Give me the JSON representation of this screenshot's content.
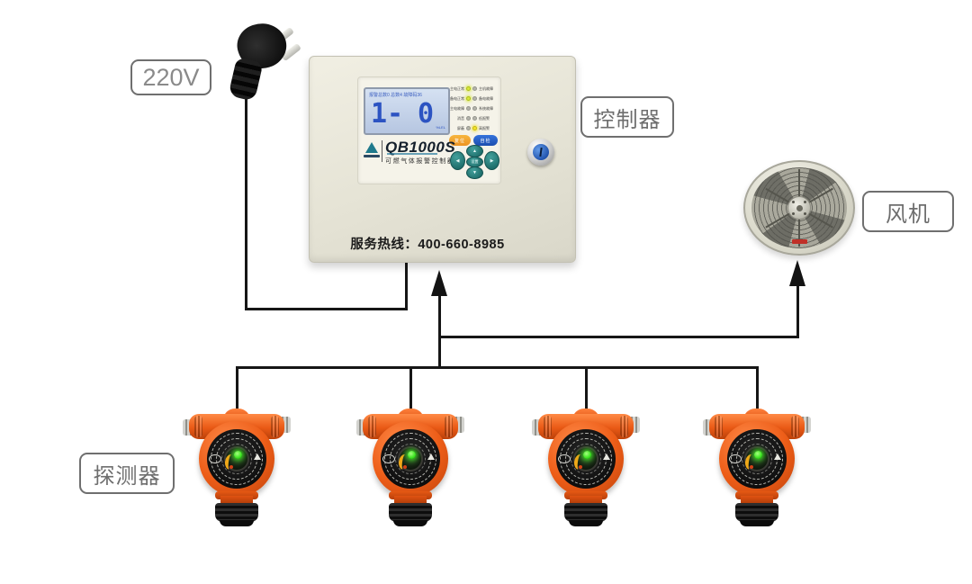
{
  "labels": {
    "power": "220V",
    "controller": "控制器",
    "fan": "风机",
    "detector": "探测器"
  },
  "controller": {
    "brand": "QB1000S",
    "brand_sub": "可燃气体报警控制器",
    "hotline": "服务热线：400-660-8985",
    "lcd": {
      "status_line": "报警总数0 总数4 故障码36",
      "channel": "1-",
      "value": "0",
      "unit": "%LEL"
    },
    "led_rows": [
      {
        "left": "主电正常",
        "right": "主机故障",
        "left_on": true,
        "right_on": false
      },
      {
        "left": "备电正常",
        "right": "备电故障",
        "left_on": true,
        "right_on": false
      },
      {
        "left": "主电故障",
        "right": "系统故障",
        "left_on": false,
        "right_on": false
      },
      {
        "left": "消音",
        "right": "低报警",
        "left_on": false,
        "right_on": false
      },
      {
        "left": "屏蔽",
        "right": "高报警",
        "left_on": false,
        "right_on": true
      }
    ],
    "buttons": {
      "reset": "复位",
      "test": "自检"
    },
    "keypad": {
      "up": "▲",
      "down": "▼",
      "left": "◀",
      "right": "▶",
      "center": "设置"
    }
  },
  "detector_unit": {
    "ex_mark": "EX"
  },
  "detectors": {
    "count": 4
  },
  "colors": {
    "wire": "#161616",
    "detector_orange": "#ec5c17",
    "panel_beige": "#e9e7db",
    "lcd_blue": "#2c53c2",
    "led_on": "#d9e93c",
    "keypad_teal": "#2e8a86",
    "key_switch_blue": "#1d4faa"
  }
}
